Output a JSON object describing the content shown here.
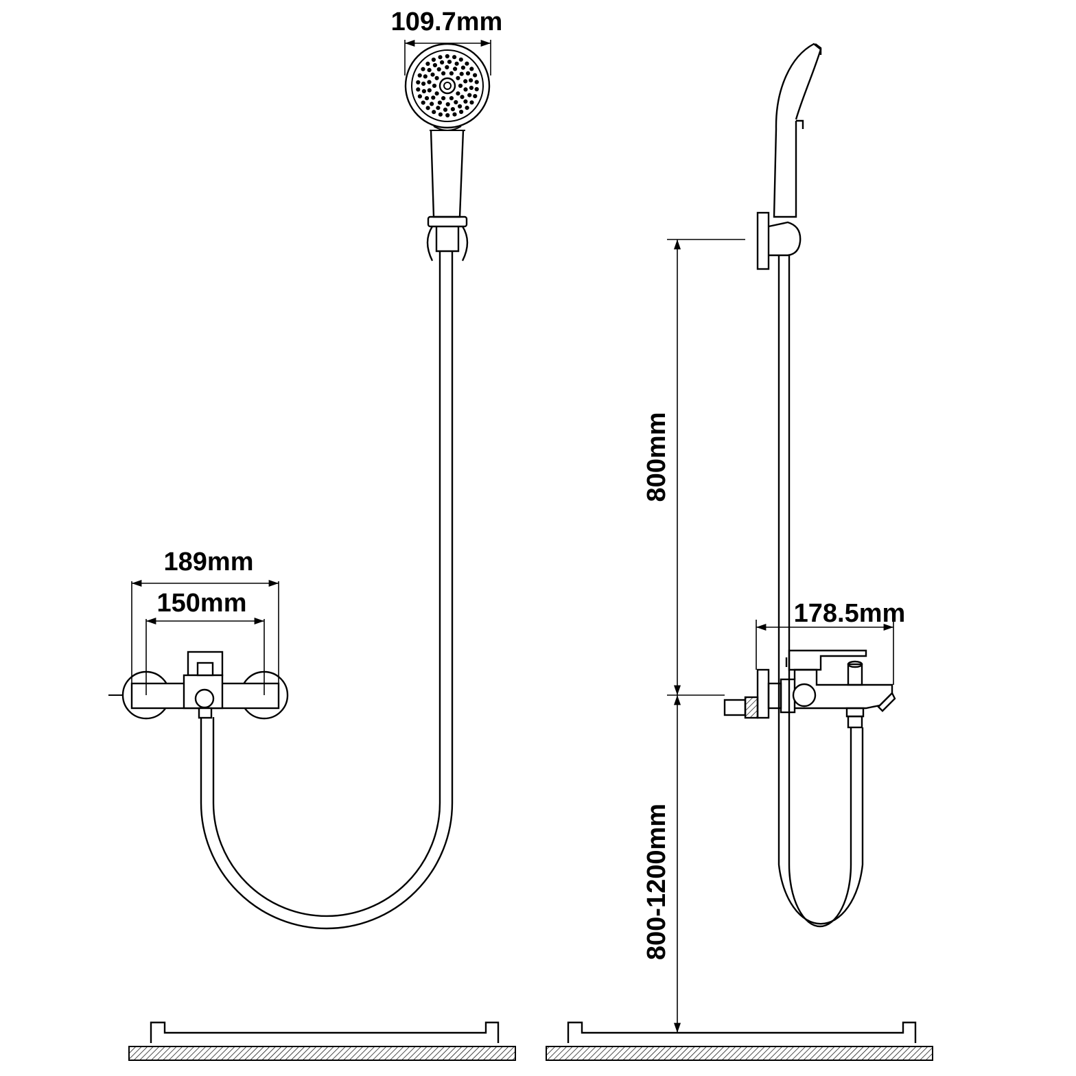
{
  "dimensions": {
    "head_diameter": "109.7mm",
    "overall_width": "189mm",
    "center_spacing": "150mm",
    "holder_height": "800mm",
    "mixer_height": "800-1200mm",
    "mixer_depth": "178.5mm"
  },
  "views": [
    "front-view",
    "side-view"
  ],
  "colors": {
    "line": "#000000",
    "background": "#ffffff"
  }
}
